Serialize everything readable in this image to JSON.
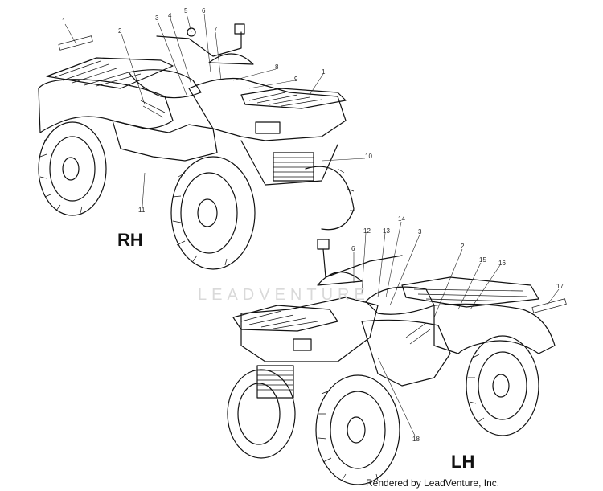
{
  "views": {
    "rh": "RH",
    "lh": "LH"
  },
  "watermark": "LEADVENTURE",
  "footer": "Rendered by LeadVenture, Inc.",
  "callouts_rh": [
    "1",
    "2",
    "3",
    "4",
    "5",
    "6",
    "7",
    "8",
    "9",
    "1",
    "10",
    "11"
  ],
  "callouts_lh": [
    "6",
    "12",
    "13",
    "14",
    "3",
    "2",
    "15",
    "16",
    "17",
    "18"
  ]
}
